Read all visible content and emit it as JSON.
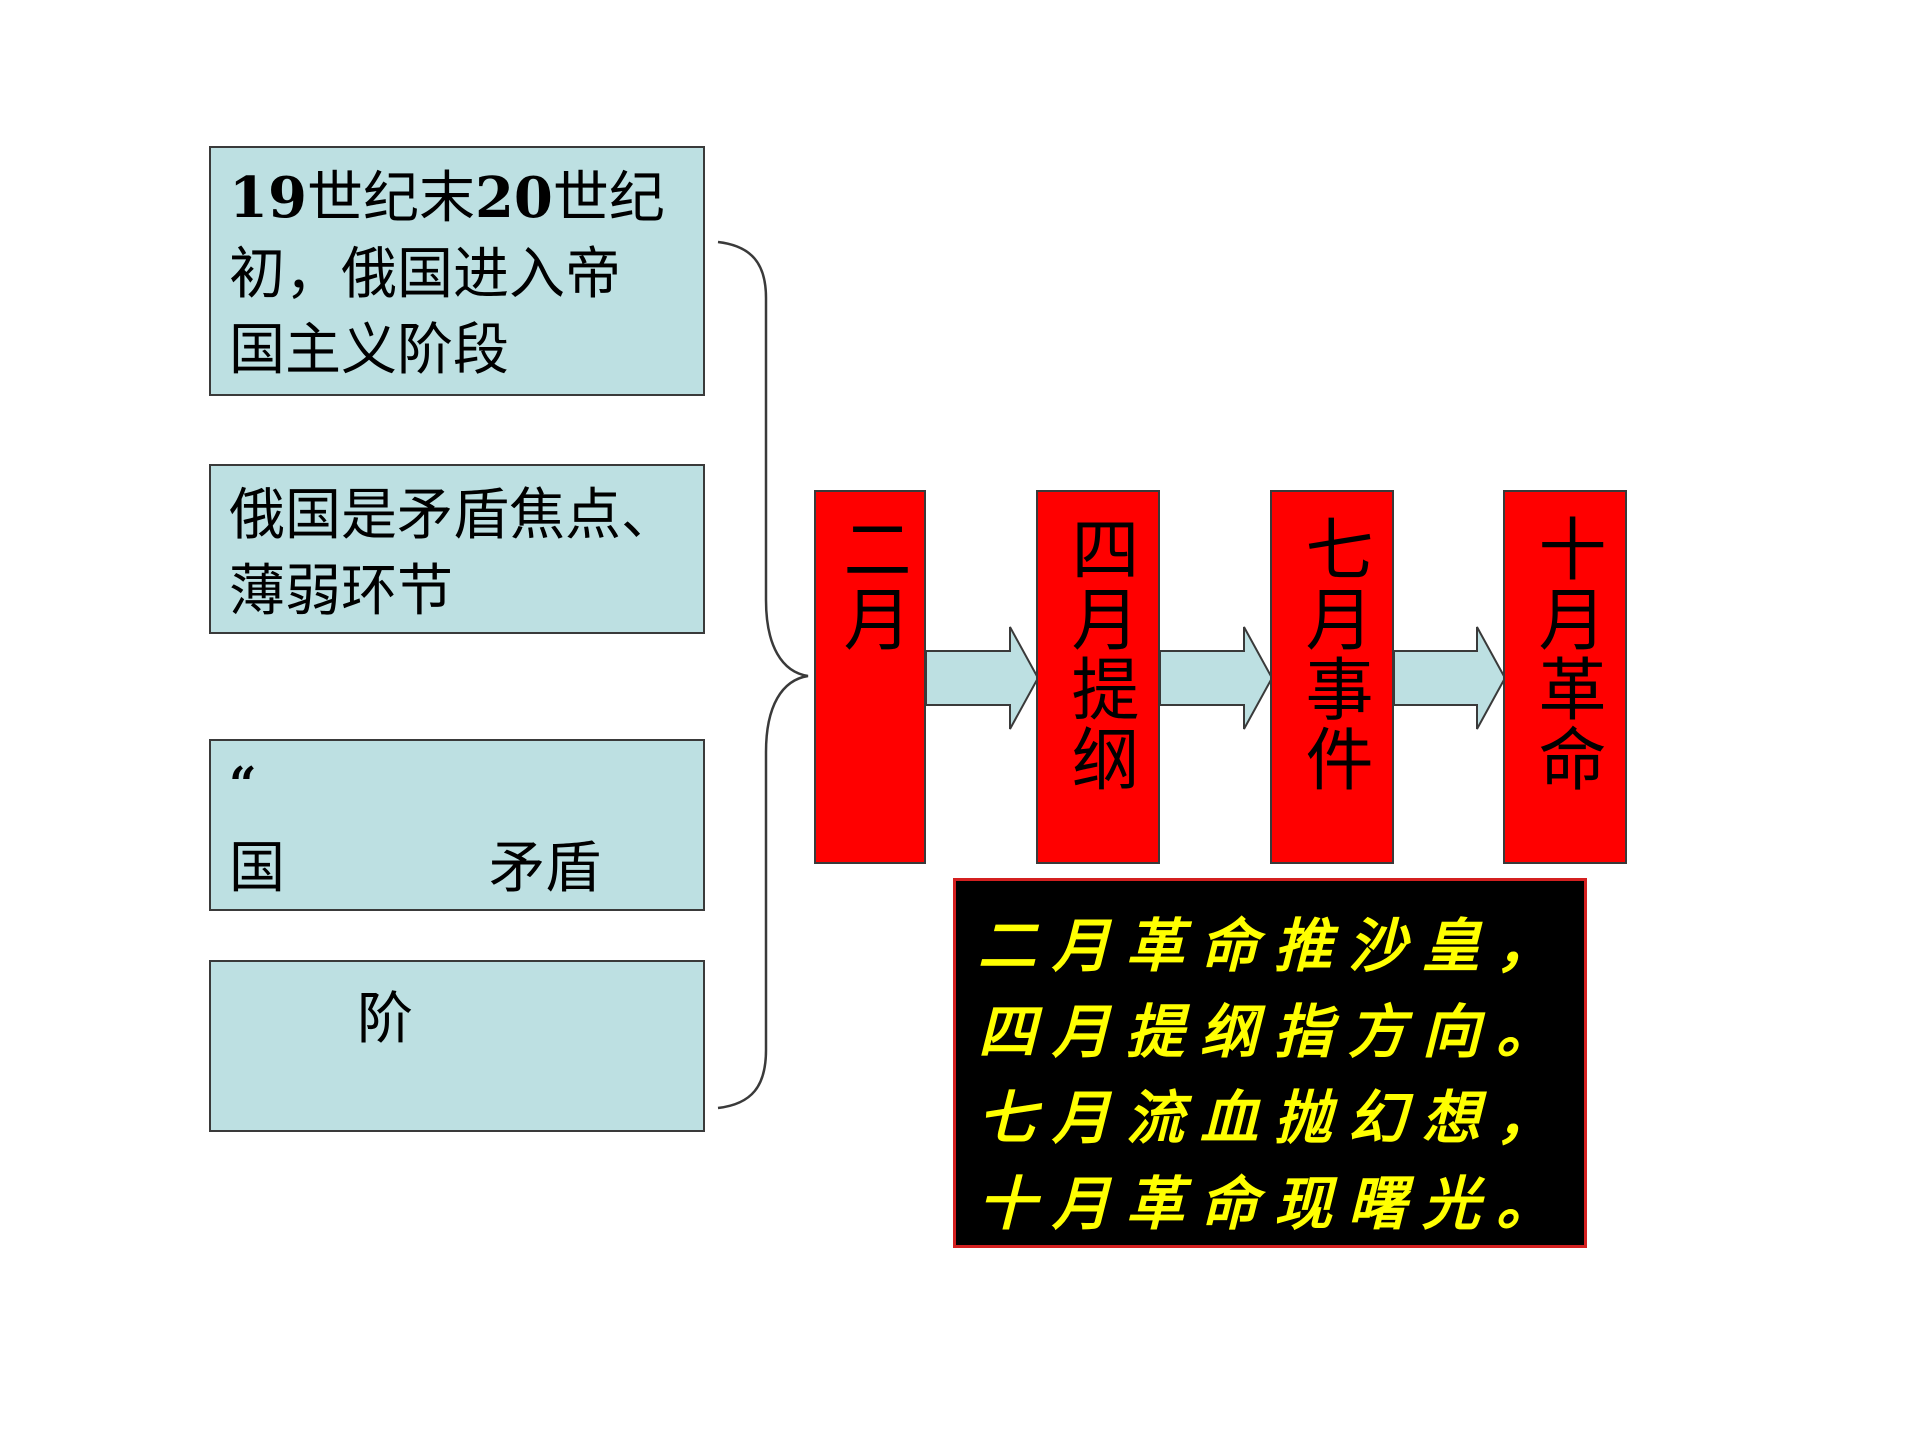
{
  "causes": [
    {
      "lines": [
        {
          "parts": [
            {
              "text": "19",
              "bold": true
            },
            {
              "text": "世纪末"
            },
            {
              "text": "20",
              "bold": true
            },
            {
              "text": "世纪"
            }
          ]
        },
        {
          "parts": [
            {
              "text": "初，俄国进入帝"
            }
          ]
        },
        {
          "parts": [
            {
              "text": "国主义阶段"
            }
          ]
        }
      ]
    },
    {
      "lines": [
        {
          "parts": [
            {
              "text": "俄国是矛盾焦点、"
            }
          ]
        },
        {
          "parts": [
            {
              "text": "薄弱环节"
            }
          ]
        }
      ]
    },
    {
      "quote": "“",
      "fragments": [
        "国",
        "矛盾"
      ]
    },
    {
      "fragments": [
        "阶"
      ]
    }
  ],
  "events": [
    "二月",
    "四月提纲",
    "七月事件",
    "十月革命"
  ],
  "mnemonic": [
    "二月革命推沙皇，",
    "四月提纲指方向。",
    "七月流血抛幻想，",
    "十月革命现曙光。"
  ],
  "colors": {
    "cause_fill": "#bde0e2",
    "event_fill": "#ff0000",
    "arrow_fill": "#bde0e2",
    "mnemonic_bg": "#000000",
    "mnemonic_text": "#ffff00",
    "mnemonic_border": "#d42020"
  }
}
